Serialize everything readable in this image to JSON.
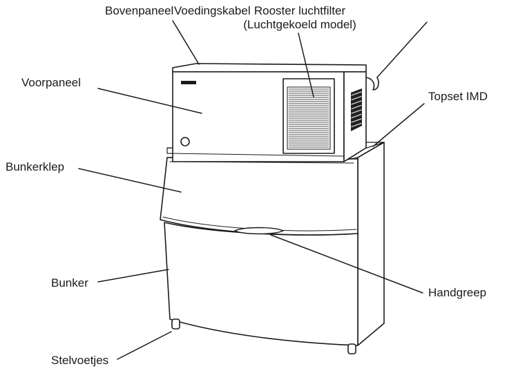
{
  "labels": {
    "top_panel": "Bovenpaneel",
    "power_cord": "Voedingskabel",
    "air_filter": "Rooster luchtfilter",
    "air_filter_note": "(Luchtgekoeld model)",
    "front_panel": "Voorpaneel",
    "top_set": "Topset IMD",
    "bin_door": "Bunkerklep",
    "handle": "Handgreep",
    "bin": "Bunker",
    "legs": "Stelvoetjes"
  }
}
